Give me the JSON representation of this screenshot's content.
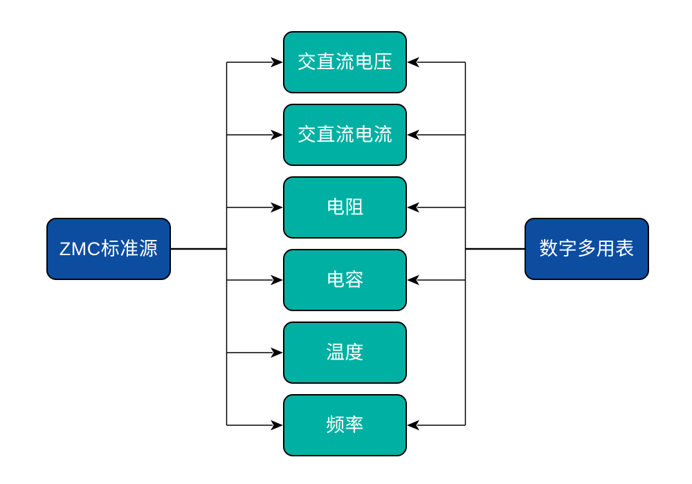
{
  "diagram": {
    "title": "",
    "background_color": "#ffffff",
    "colors": {
      "endpoint_fill": "#0d4da0",
      "item_fill": "#00b0a2",
      "node_border": "#000000",
      "connector": "#000000",
      "node_text": "#ffffff"
    },
    "source_node": {
      "label": "ZMC标准源"
    },
    "meter_node": {
      "label": "数字多用表"
    },
    "items": [
      {
        "label": "交直流电压",
        "arrow_from_source": true,
        "arrow_from_meter": true
      },
      {
        "label": "交直流电流",
        "arrow_from_source": true,
        "arrow_from_meter": true
      },
      {
        "label": "电阻",
        "arrow_from_source": true,
        "arrow_from_meter": true
      },
      {
        "label": "电容",
        "arrow_from_source": true,
        "arrow_from_meter": true
      },
      {
        "label": "温度",
        "arrow_from_source": true,
        "arrow_from_meter": false
      },
      {
        "label": "频率",
        "arrow_from_source": true,
        "arrow_from_meter": true
      }
    ]
  }
}
